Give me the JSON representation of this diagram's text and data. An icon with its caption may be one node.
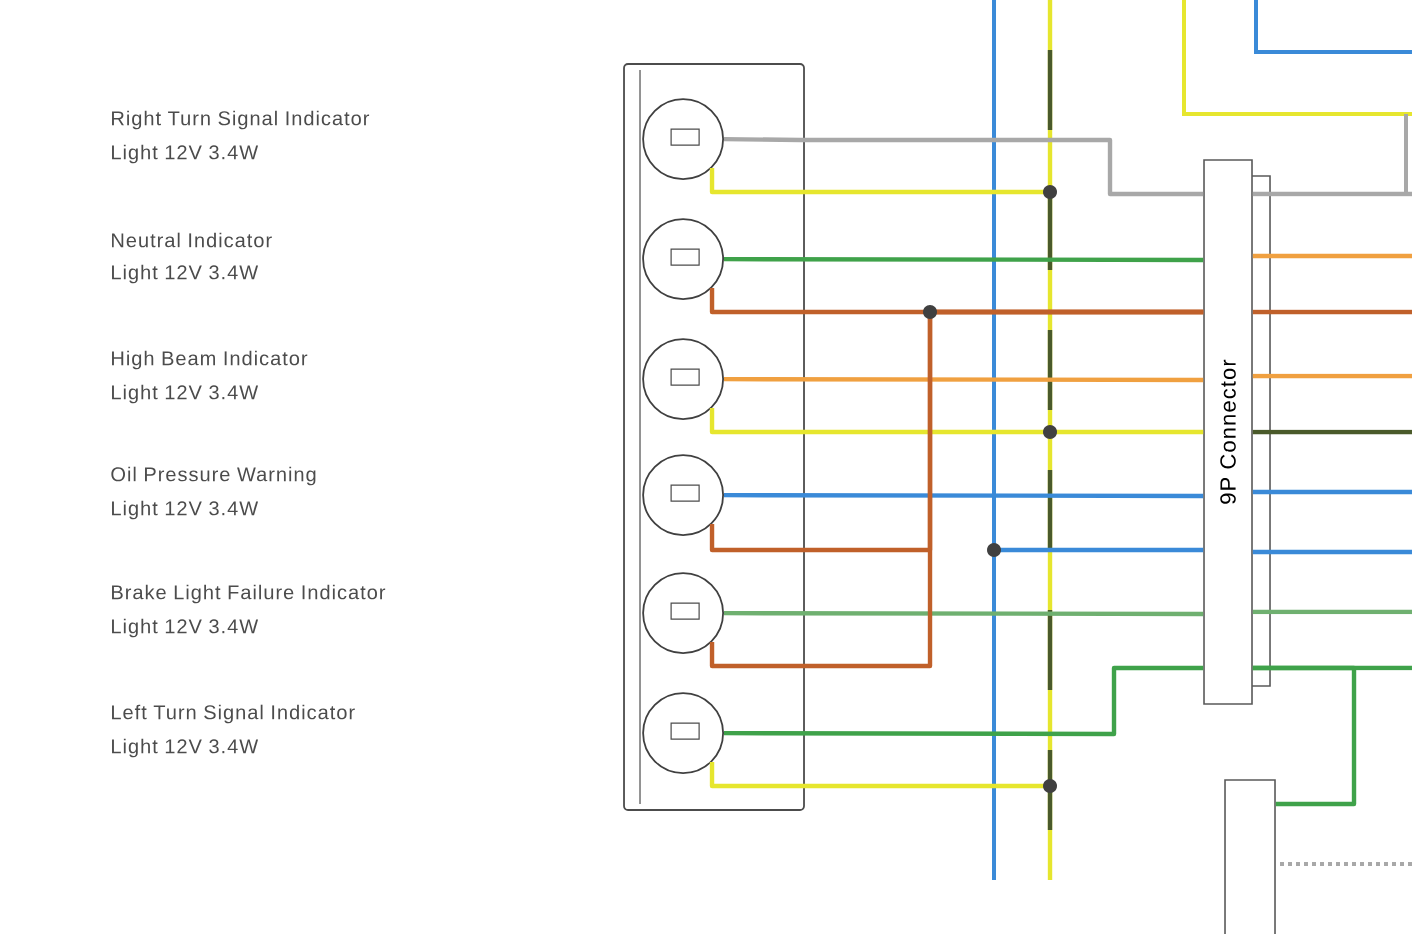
{
  "diagram": {
    "nodes": [
      {
        "text": [],
        "shape": "box"
      },
      {
        "text": [],
        "shape": "circle",
        "in": 0
      },
      {
        "text": [],
        "shape": "circle",
        "in": 0
      },
      {
        "text": [],
        "shape": "circle",
        "in": 0
      },
      {
        "text": [],
        "shape": "circle",
        "in": 0
      },
      {
        "text": [],
        "shape": "circle",
        "in": 0
      },
      {
        "text": [],
        "shape": "circle",
        "in": 0
      },
      {
        "text": [
          "9P Connector"
        ]
      },
      {
        "text": [],
        "shape": "box"
      }
    ],
    "edges": [
      {
        "from": 1,
        "to": 7,
        "arrow": "none",
        "color": "#a8a8a8"
      },
      {
        "from": 2,
        "to": 7,
        "arrow": "none",
        "color": "#3fa24a"
      },
      {
        "from": 2,
        "to": 7,
        "arrow": "none",
        "color": "#c0602a"
      },
      {
        "from": 3,
        "to": 7,
        "arrow": "none",
        "color": "#f0a040"
      },
      {
        "from": 3,
        "to": 7,
        "arrow": "none",
        "color": "#e6e62e"
      },
      {
        "from": 4,
        "to": 7,
        "arrow": "none",
        "color": "#3a8ad8"
      },
      {
        "from": 4,
        "to": 7,
        "arrow": "none",
        "color": "#c0602a"
      },
      {
        "from": 5,
        "to": 7,
        "arrow": "none",
        "color": "#6fb070"
      },
      {
        "from": 5,
        "to": 7,
        "arrow": "none",
        "color": "#c0602a"
      },
      {
        "from": 6,
        "to": 7,
        "arrow": "none",
        "color": "#3fa24a"
      },
      {
        "from": 7,
        "to": 8,
        "arrow": "none",
        "color": "#3fa24a"
      },
      {
        "from": 1,
        "to": null,
        "arrow": "none",
        "color": "#e6e62e"
      },
      {
        "from": 6,
        "to": null,
        "arrow": "none",
        "color": "#e6e62e"
      },
      {
        "from": null,
        "to": 7,
        "arrow": "none",
        "color": "#3a8ad8"
      },
      {
        "from": 7,
        "to": null,
        "arrow": "none",
        "color": "#a8a8a8"
      },
      {
        "from": 7,
        "to": null,
        "arrow": "none",
        "color": "#f0a040"
      },
      {
        "from": 7,
        "to": null,
        "arrow": "none",
        "color": "#c0602a"
      },
      {
        "from": 7,
        "to": null,
        "arrow": "none",
        "color": "#f0a040"
      },
      {
        "from": 7,
        "to": null,
        "arrow": "none",
        "color": "#4a5a2a"
      },
      {
        "from": 7,
        "to": null,
        "arrow": "none",
        "color": "#3a8ad8"
      },
      {
        "from": 7,
        "to": null,
        "arrow": "none",
        "color": "#3a8ad8"
      },
      {
        "from": 7,
        "to": null,
        "arrow": "none",
        "color": "#6fb070"
      },
      {
        "from": 7,
        "to": null,
        "arrow": "none",
        "color": "#3fa24a"
      }
    ],
    "labels": [
      "Right Turn Signal Indicator",
      "Light 12V 3.4W",
      "Neutral Indicator",
      "Light 12V 3.4W",
      "High Beam Indicator",
      "Light 12V 3.4W",
      "Oil Pressure Warning",
      "Light 12V 3.4W",
      "Brake Light Failure Indicator",
      "Light 12V 3.4W",
      "Left Turn Signal Indicator",
      "Light 12V 3.4W"
    ]
  }
}
